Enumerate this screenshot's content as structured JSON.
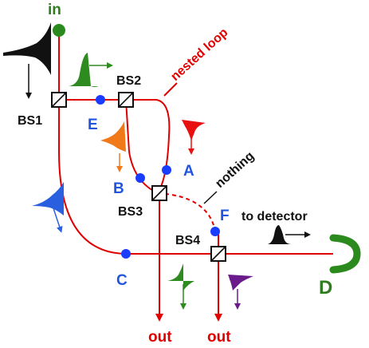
{
  "labels": {
    "in": "in",
    "bs1": "BS1",
    "bs2": "BS2",
    "bs3": "BS3",
    "bs4": "BS4",
    "a": "A",
    "b": "B",
    "c": "C",
    "d": "D",
    "e": "E",
    "f": "F",
    "out_left": "out",
    "out_right": "out",
    "nested_loop": "nested loop",
    "nothing": "nothing",
    "to_detector": "to detector"
  },
  "colors": {
    "path": "#e00000",
    "point": "#1a3cff",
    "source": "#2a8a1e",
    "detector": "#2a8a1e",
    "pulse_black": "#111111",
    "pulse_green": "#2e8b1f",
    "pulse_orange": "#f07a1a",
    "pulse_red": "#e81010",
    "pulse_blue": "#2a5fe0",
    "pulse_purple": "#6a1a8a"
  },
  "icons": {
    "beam_splitter": "beam-splitter-icon",
    "detector": "detector-icon",
    "source": "source-icon"
  }
}
